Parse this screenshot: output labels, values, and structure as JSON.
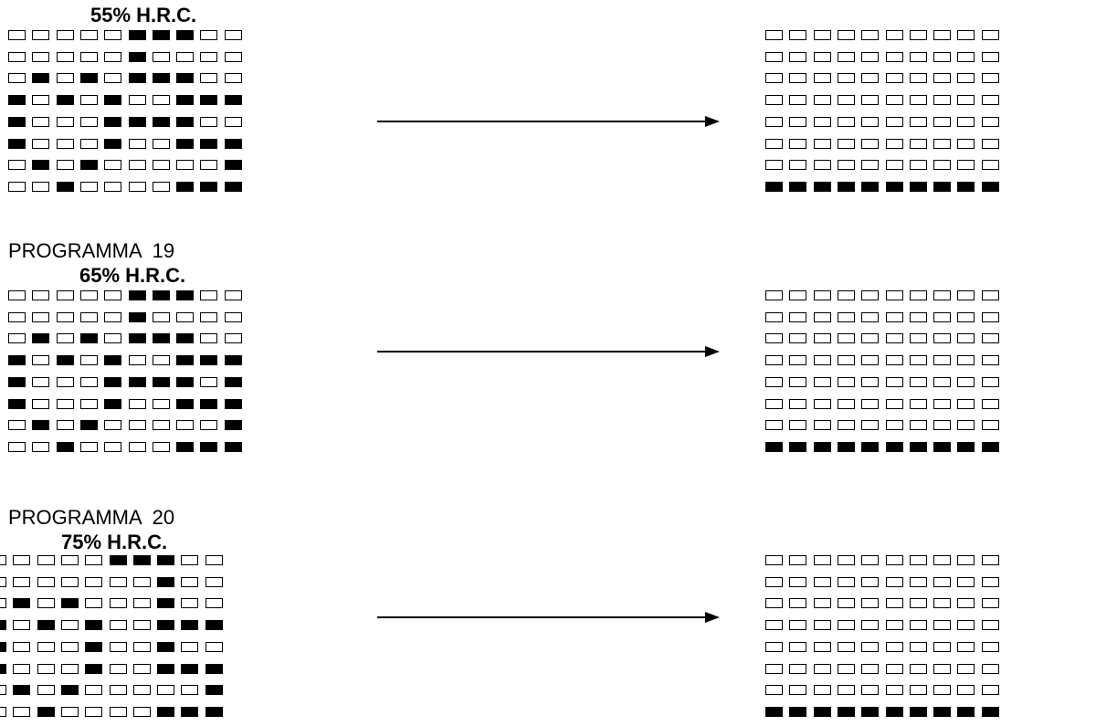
{
  "colors": {
    "cell_border": "#000000",
    "cell_on": "#000000",
    "cell_off": "#ffffff",
    "background": "#ffffff"
  },
  "icons": {
    "transition": "arrow-right-icon"
  },
  "programs": [
    {
      "label": "",
      "hrc_label": "55% H.R.C.",
      "source_pattern": [
        [
          0,
          0,
          0,
          0,
          0,
          1,
          1,
          1,
          0,
          0
        ],
        [
          0,
          0,
          0,
          0,
          0,
          1,
          0,
          0,
          0,
          0
        ],
        [
          0,
          1,
          0,
          1,
          0,
          1,
          1,
          1,
          0,
          0
        ],
        [
          1,
          0,
          1,
          0,
          1,
          0,
          0,
          1,
          1,
          1
        ],
        [
          1,
          0,
          0,
          0,
          1,
          1,
          1,
          1,
          0,
          0
        ],
        [
          1,
          0,
          0,
          0,
          1,
          0,
          0,
          1,
          1,
          1
        ],
        [
          0,
          1,
          0,
          1,
          0,
          0,
          0,
          0,
          0,
          1
        ],
        [
          0,
          0,
          1,
          0,
          0,
          0,
          0,
          1,
          1,
          1
        ]
      ],
      "target_pattern": [
        [
          0,
          0,
          0,
          0,
          0,
          0,
          0,
          0,
          0,
          0
        ],
        [
          0,
          0,
          0,
          0,
          0,
          0,
          0,
          0,
          0,
          0
        ],
        [
          0,
          0,
          0,
          0,
          0,
          0,
          0,
          0,
          0,
          0
        ],
        [
          0,
          0,
          0,
          0,
          0,
          0,
          0,
          0,
          0,
          0
        ],
        [
          0,
          0,
          0,
          0,
          0,
          0,
          0,
          0,
          0,
          0
        ],
        [
          0,
          0,
          0,
          0,
          0,
          0,
          0,
          0,
          0,
          0
        ],
        [
          0,
          0,
          0,
          0,
          0,
          0,
          0,
          0,
          0,
          0
        ],
        [
          1,
          1,
          1,
          1,
          1,
          1,
          1,
          1,
          1,
          1
        ]
      ]
    },
    {
      "label": "PROGRAMMA  19",
      "hrc_label": "65% H.R.C.",
      "source_pattern": [
        [
          0,
          0,
          0,
          0,
          0,
          1,
          1,
          1,
          0,
          0
        ],
        [
          0,
          0,
          0,
          0,
          0,
          1,
          0,
          0,
          0,
          0
        ],
        [
          0,
          1,
          0,
          1,
          0,
          1,
          1,
          1,
          0,
          0
        ],
        [
          1,
          0,
          1,
          0,
          1,
          0,
          0,
          1,
          1,
          1
        ],
        [
          1,
          0,
          0,
          0,
          1,
          1,
          1,
          1,
          0,
          1
        ],
        [
          1,
          0,
          0,
          0,
          1,
          0,
          0,
          1,
          1,
          1
        ],
        [
          0,
          1,
          0,
          1,
          0,
          0,
          0,
          0,
          0,
          1
        ],
        [
          0,
          0,
          1,
          0,
          0,
          0,
          0,
          1,
          1,
          1
        ]
      ],
      "target_pattern": [
        [
          0,
          0,
          0,
          0,
          0,
          0,
          0,
          0,
          0,
          0
        ],
        [
          0,
          0,
          0,
          0,
          0,
          0,
          0,
          0,
          0,
          0
        ],
        [
          0,
          0,
          0,
          0,
          0,
          0,
          0,
          0,
          0,
          0
        ],
        [
          0,
          0,
          0,
          0,
          0,
          0,
          0,
          0,
          0,
          0
        ],
        [
          0,
          0,
          0,
          0,
          0,
          0,
          0,
          0,
          0,
          0
        ],
        [
          0,
          0,
          0,
          0,
          0,
          0,
          0,
          0,
          0,
          0
        ],
        [
          0,
          0,
          0,
          0,
          0,
          0,
          0,
          0,
          0,
          0
        ],
        [
          1,
          1,
          1,
          1,
          1,
          1,
          1,
          1,
          1,
          1
        ]
      ]
    },
    {
      "label": "PROGRAMMA  20",
      "hrc_label": "75% H.R.C.",
      "source_pattern": [
        [
          0,
          0,
          0,
          0,
          0,
          1,
          1,
          1,
          0,
          0
        ],
        [
          0,
          0,
          0,
          0,
          0,
          0,
          0,
          1,
          0,
          0
        ],
        [
          0,
          1,
          0,
          1,
          0,
          0,
          0,
          1,
          0,
          0
        ],
        [
          1,
          0,
          1,
          0,
          1,
          0,
          0,
          1,
          1,
          1
        ],
        [
          1,
          0,
          0,
          0,
          1,
          0,
          0,
          1,
          0,
          0
        ],
        [
          1,
          0,
          0,
          0,
          1,
          0,
          0,
          1,
          1,
          1
        ],
        [
          0,
          1,
          0,
          1,
          0,
          0,
          0,
          0,
          0,
          1
        ],
        [
          0,
          0,
          1,
          0,
          0,
          0,
          0,
          1,
          1,
          1
        ]
      ],
      "target_pattern": [
        [
          0,
          0,
          0,
          0,
          0,
          0,
          0,
          0,
          0,
          0
        ],
        [
          0,
          0,
          0,
          0,
          0,
          0,
          0,
          0,
          0,
          0
        ],
        [
          0,
          0,
          0,
          0,
          0,
          0,
          0,
          0,
          0,
          0
        ],
        [
          0,
          0,
          0,
          0,
          0,
          0,
          0,
          0,
          0,
          0
        ],
        [
          0,
          0,
          0,
          0,
          0,
          0,
          0,
          0,
          0,
          0
        ],
        [
          0,
          0,
          0,
          0,
          0,
          0,
          0,
          0,
          0,
          0
        ],
        [
          0,
          0,
          0,
          0,
          0,
          0,
          0,
          0,
          0,
          0
        ],
        [
          1,
          1,
          1,
          1,
          1,
          1,
          1,
          1,
          1,
          1
        ]
      ]
    }
  ]
}
